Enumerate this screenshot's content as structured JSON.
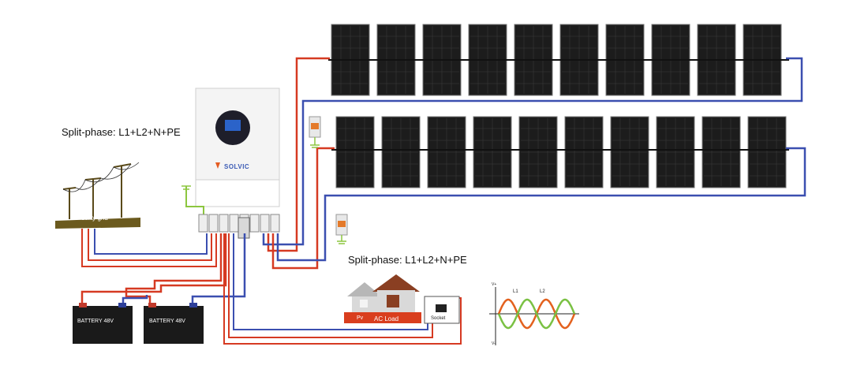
{
  "labels": {
    "split_phase_top": "Split-phase: L1+L2+N+PE",
    "split_phase_bottom": "Split-phase: L1+L2+N+PE",
    "utility_grid": "utility grid",
    "battery_1": "BATTERY 48V",
    "battery_2": "BATTERY 48V",
    "ac_load": "AC Load",
    "pv": "Pv",
    "socket": "Socket",
    "inverter_brand": "SOLVIC",
    "wave_l1": "L1",
    "wave_l2": "L2",
    "wave_v_top": "V+",
    "wave_v_bottom": "V-"
  },
  "colors": {
    "positive_wire": "#d63a22",
    "negative_wire": "#3b4fb0",
    "ground_wire": "#8cc63f",
    "panel": "#1c1c1c",
    "inverter_body": "#f2f2f2",
    "battery": "#1a1a1a",
    "house_roof": "#c0552b",
    "wave_l1": "#e3611e",
    "wave_l2": "#7ac143"
  },
  "panel_rows": [
    {
      "count": 10
    },
    {
      "count": 10
    }
  ],
  "icons": [
    "solar-panel-icon",
    "inverter-icon",
    "battery-icon",
    "utility-pole-icon",
    "house-icon",
    "surge-protector-icon",
    "ground-icon",
    "sine-wave-icon"
  ]
}
